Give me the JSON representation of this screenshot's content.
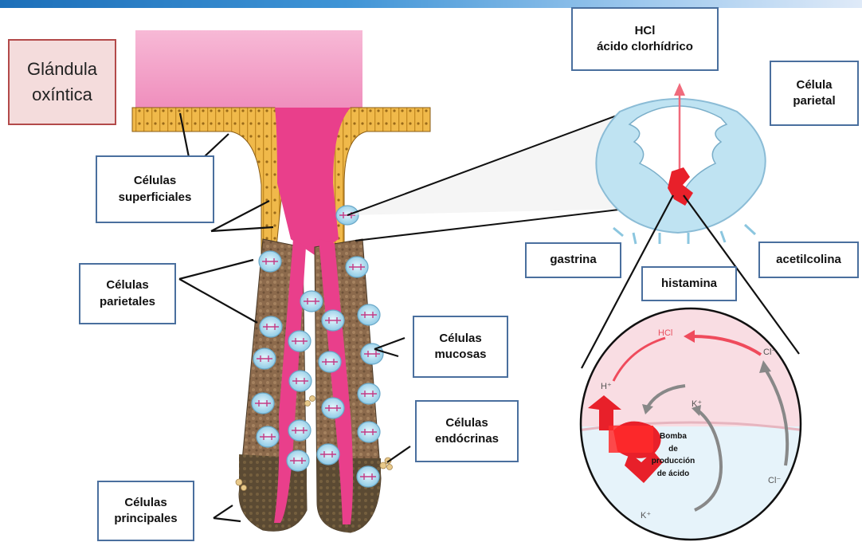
{
  "title": "Glándula oxíntica",
  "labels": {
    "superficiales": "Células superficiales",
    "parietales": "Células parietales",
    "mucosas": "Células mucosas",
    "endocrinas": "Células endócrinas",
    "principales": "Células principales",
    "hcl_line1": "HCl",
    "hcl_line2": "ácido clorhídrico",
    "celula_parietal": "Célula parietal",
    "gastrina": "gastrina",
    "histamina": "histamina",
    "acetilcolina": "acetilcolina"
  },
  "inset": {
    "hcl": "HCl",
    "h_plus": "H⁺",
    "k_plus_top": "K⁺",
    "k_plus_bottom": "K⁺",
    "cl_top": "Cl⁻",
    "cl_bottom": "Cl⁻",
    "bomba": [
      "Bomba",
      "de",
      "producción",
      "de ácido"
    ]
  },
  "colors": {
    "lumen_pink": "#f2a3c8",
    "gland_magenta": "#e93f8b",
    "epithelium_orange": "#f0b94a",
    "parietal_blue": "#bfe3f2",
    "mucous_brown": "#8c6a4c",
    "chief_dark": "#5b4a33",
    "label_border": "#4a6f9e",
    "title_fill": "#f4dcdc",
    "title_border": "#b34a4a",
    "pump_red": "#e8202a"
  }
}
